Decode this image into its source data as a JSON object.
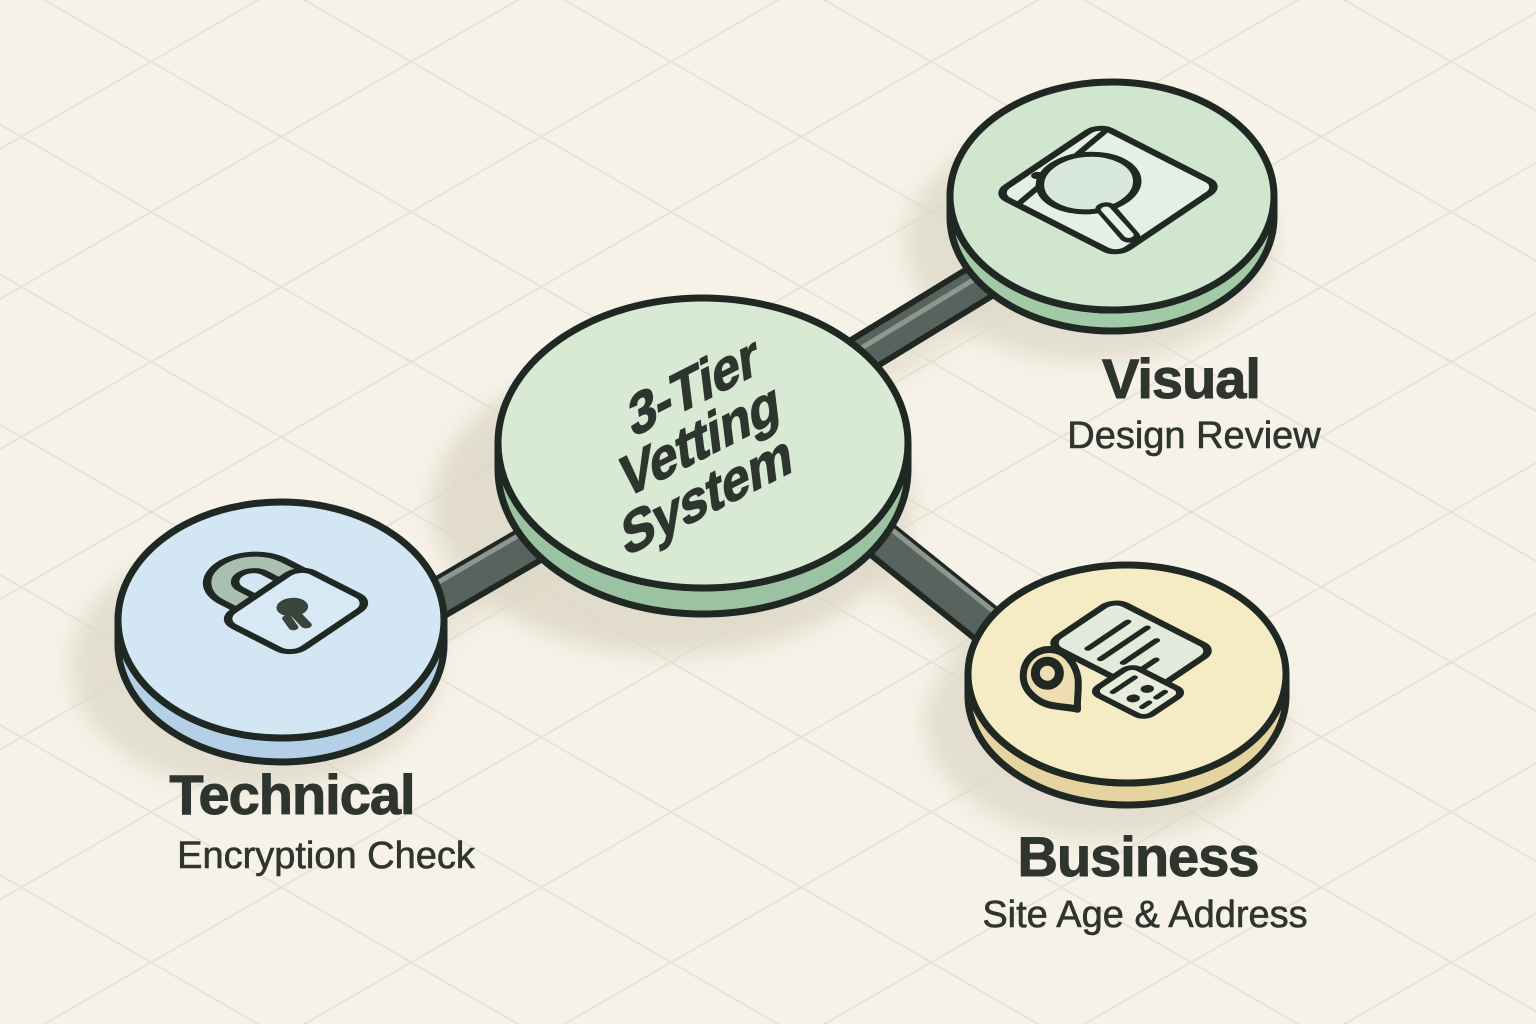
{
  "title": {
    "text": "3-Tier\nVetting\nSystem"
  },
  "nodes": {
    "visual": {
      "heading": "Visual",
      "subheading": "Design Review",
      "icon": "browser-magnifier-icon"
    },
    "technical": {
      "heading": "Technical",
      "subheading": "Encryption Check",
      "icon": "padlock-icon"
    },
    "business": {
      "heading": "Business",
      "subheading": "Site Age & Address",
      "icon": "location-document-icon"
    }
  },
  "colors": {
    "background": "#f6f2e8",
    "grid": "#e6e4d9",
    "outline": "#202823",
    "text": "#2e352e",
    "connector": "#59635e",
    "connector_highlight": "#8d968f",
    "shadow": "#dcd6c4",
    "center_disc": "#d8e9d4",
    "center_rim": "#9cc3a1",
    "visual_disc": "#d1e6cf",
    "visual_rim": "#a3caa7",
    "technical_disc": "#d2e6f3",
    "technical_rim": "#b3d0e6",
    "business_disc": "#f5ecc5",
    "business_rim": "#e6d4a0",
    "window": "#e6efe6",
    "glass": "#d8e8df",
    "lock_body": "#d6e9f4",
    "shackle": "#a8bfb2",
    "keyhole": "#39443d",
    "document": "#e3eadb",
    "card": "#e9ecdb",
    "pin": "#eeddb2"
  }
}
